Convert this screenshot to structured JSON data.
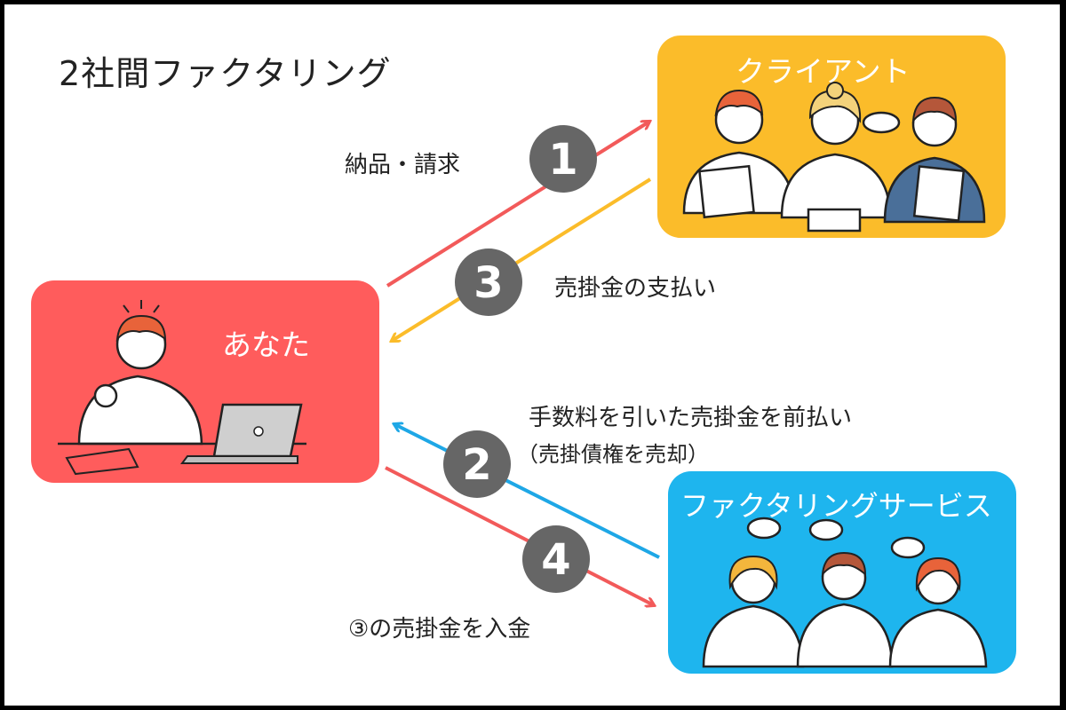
{
  "title": "2社間ファクタリング",
  "nodes": {
    "client": {
      "label": "クライアント",
      "color": "#fbbc2a"
    },
    "you": {
      "label": "あなた",
      "color": "#ff5c5c"
    },
    "factoring": {
      "label": "ファクタリングサービス",
      "color": "#1eb5ee"
    }
  },
  "steps": [
    {
      "number": "1",
      "label": "納品・請求",
      "color": "#f25a5a"
    },
    {
      "number": "2",
      "label": "手数料を引いた売掛金を前払い",
      "sublabel": "（売掛債権を売却）",
      "color": "#1ea7e6"
    },
    {
      "number": "3",
      "label": "売掛金の支払い",
      "color": "#fbbc2a"
    },
    {
      "number": "4",
      "label": "③の売掛金を入金",
      "color": "#f25a5a"
    }
  ],
  "badge_color": "#666666"
}
